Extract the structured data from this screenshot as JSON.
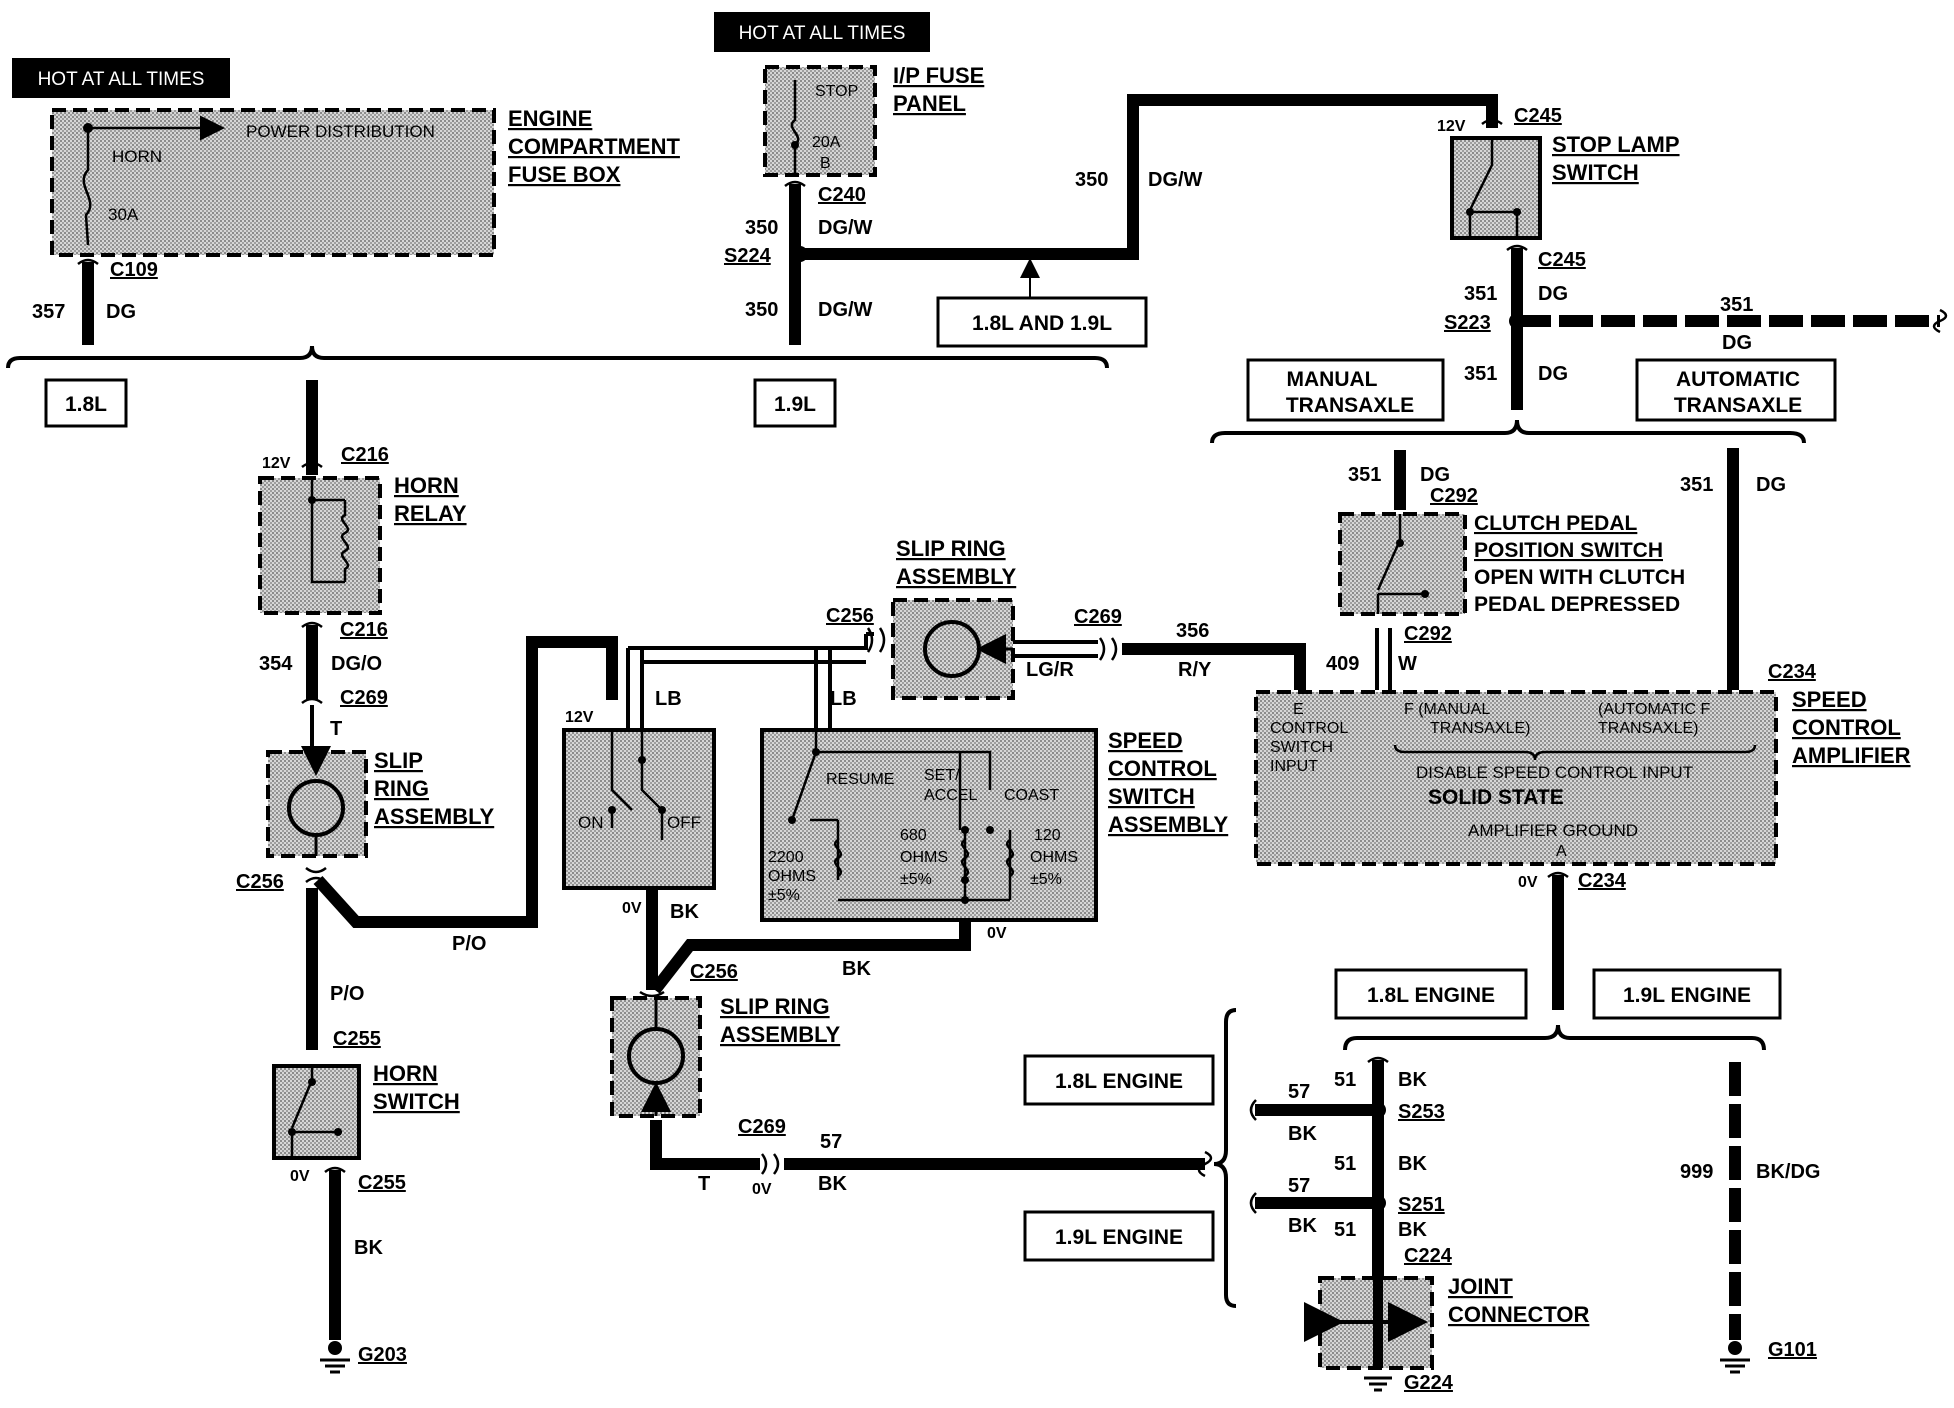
{
  "hot_labels": [
    "HOT AT ALL TIMES",
    "HOT AT ALL TIMES"
  ],
  "components": {
    "engine_fuse_box": {
      "title1": "ENGINE",
      "title2": "COMPARTMENT",
      "title3": "FUSE BOX",
      "power": "POWER DISTRIBUTION",
      "horn": "HORN",
      "fuse": "30A"
    },
    "ip_fuse_panel": {
      "title1": "I/P FUSE",
      "title2": "PANEL",
      "stop": "STOP",
      "fuse": "20A",
      "pin": "B"
    },
    "stop_lamp_switch": {
      "title1": "STOP LAMP",
      "title2": "SWITCH"
    },
    "horn_relay": {
      "title1": "HORN",
      "title2": "RELAY"
    },
    "slip_ring_left": {
      "title1": "SLIP",
      "title2": "RING",
      "title3": "ASSEMBLY"
    },
    "slip_ring_top": {
      "title1": "SLIP RING",
      "title2": "ASSEMBLY"
    },
    "slip_ring_bottom": {
      "title1": "SLIP RING",
      "title2": "ASSEMBLY"
    },
    "horn_switch": {
      "title1": "HORN",
      "title2": "SWITCH"
    },
    "clutch_switch": {
      "title1": "CLUTCH PEDAL",
      "title2": "POSITION SWITCH",
      "title3": "OPEN WITH CLUTCH",
      "title4": "PEDAL DEPRESSED"
    },
    "speed_control_switch": {
      "title1": "SPEED",
      "title2": "CONTROL",
      "title3": "SWITCH",
      "title4": "ASSEMBLY",
      "resume": "RESUME",
      "set": "SET/",
      "accel": "ACCEL",
      "coast": "COAST",
      "r1a": "2200",
      "r1b": "OHMS",
      "r1c": "±5%",
      "r2a": "680",
      "r2b": "OHMS",
      "r2c": "±5%",
      "r3a": "120",
      "r3b": "OHMS",
      "r3c": "±5%",
      "on": "ON",
      "off": "OFF"
    },
    "amplifier": {
      "title1": "SPEED",
      "title2": "CONTROL",
      "title3": "AMPLIFIER",
      "e": "E",
      "e1": "CONTROL",
      "e2": "SWITCH",
      "e3": "INPUT",
      "f1": "F (MANUAL",
      "f2": "TRANSAXLE)",
      "f3": "(AUTOMATIC F",
      "f4": "TRANSAXLE)",
      "disable": "DISABLE SPEED CONTROL INPUT",
      "solid": "SOLID STATE",
      "ground": "AMPLIFIER GROUND",
      "a": "A"
    },
    "joint_connector": {
      "title1": "JOINT",
      "title2": "CONNECTOR"
    }
  },
  "boxes": {
    "b18": "1.8L",
    "b19": "1.9L",
    "b1819": "1.8L AND 1.9L",
    "manual": [
      "MANUAL",
      "TRANSAXLE"
    ],
    "automatic": [
      "AUTOMATIC",
      "TRANSAXLE"
    ],
    "e18a": "1.8L ENGINE",
    "e19a": "1.9L ENGINE",
    "e18b": "1.8L ENGINE",
    "e19b": "1.9L ENGINE"
  },
  "connectors": {
    "c109": "C109",
    "c240": "C240",
    "c245a": "C245",
    "c245b": "C245",
    "s224": "S224",
    "s223": "S223",
    "c216a": "C216",
    "c216b": "C216",
    "c269a": "C269",
    "c256a": "C256",
    "c255a": "C255",
    "c255b": "C255",
    "c256b": "C256",
    "c269b": "C269",
    "c292a": "C292",
    "c292b": "C292",
    "c234a": "C234",
    "c234b": "C234",
    "c256c": "C256",
    "c269c": "C269",
    "s253": "S253",
    "s251": "S251",
    "c224": "C224",
    "g224": "G224",
    "g203": "G203",
    "g101": "G101"
  },
  "wires": {
    "w357": "357",
    "dg1": "DG",
    "w350a": "350",
    "dgw1": "DG/W",
    "w350b": "350",
    "dgw2": "DG/W",
    "w350c": "350",
    "dgw3": "DG/W",
    "w351a": "351",
    "dg2": "DG",
    "w351b": "351",
    "dg3": "DG",
    "w351c": "351",
    "dg4": "DG",
    "w351d": "351",
    "dg5": "DG",
    "w351e": "351",
    "dg6": "DG",
    "w354": "354",
    "dgo": "DG/O",
    "t1": "T",
    "po1": "P/O",
    "po2": "P/O",
    "bk1": "BK",
    "lb1": "LB",
    "lb2": "LB",
    "bk2": "BK",
    "bk3": "BK",
    "lgr": "LG/R",
    "w356": "356",
    "ry": "R/Y",
    "w409": "409",
    "w_w": "W",
    "w57a": "57",
    "bk4": "BK",
    "t2": "T",
    "w57b": "57",
    "bk5": "BK",
    "w51a": "51",
    "bk6": "BK",
    "w57c": "57",
    "bk7": "BK",
    "w51b": "51",
    "bk8": "BK",
    "w51c": "51",
    "bk9": "BK",
    "w999": "999",
    "bkdg": "BK/DG"
  },
  "voltages": {
    "v12a": "12V",
    "v12b": "12V",
    "v12c": "12V",
    "v0a": "0V",
    "v0b": "0V",
    "v0c": "0V",
    "v0d": "0V",
    "v0e": "0V"
  }
}
